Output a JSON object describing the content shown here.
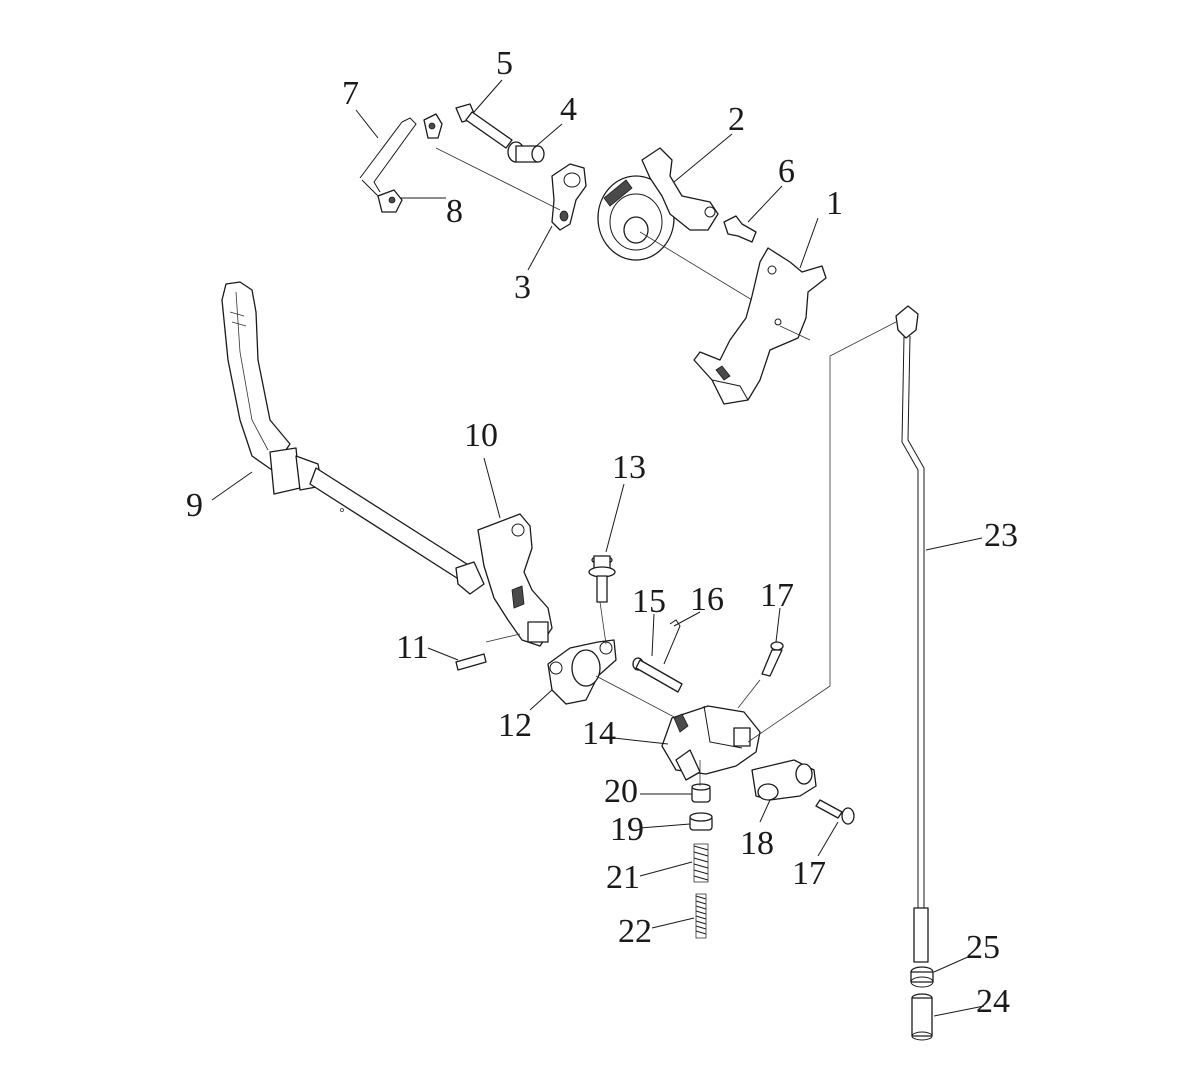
{
  "callouts": [
    "1",
    "2",
    "3",
    "4",
    "5",
    "6",
    "7",
    "8",
    "9",
    "10",
    "11",
    "12",
    "13",
    "14",
    "15",
    "16",
    "17",
    "17",
    "18",
    "19",
    "20",
    "21",
    "22",
    "23",
    "24",
    "25"
  ],
  "colors": {
    "line": "#1a1a1a",
    "background": "#ffffff"
  }
}
